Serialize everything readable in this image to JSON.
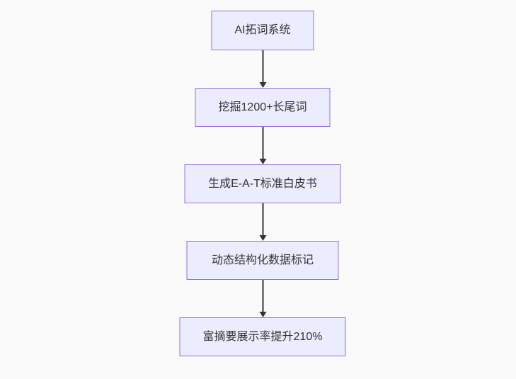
{
  "diagram": {
    "type": "flowchart",
    "direction": "top-down",
    "colors": {
      "node_fill": "#ECECFF",
      "node_border": "#9370DB",
      "text": "#333333",
      "arrow": "#333333",
      "background": "#FAFAFA"
    },
    "nodes": [
      {
        "label": "AI拓词系统"
      },
      {
        "label": "挖掘1200+长尾词"
      },
      {
        "label": "生成E-A-T标准白皮书"
      },
      {
        "label": "动态结构化数据标记"
      },
      {
        "label": "富摘要展示率提升210%"
      }
    ],
    "edges": [
      {
        "from": 0,
        "to": 1
      },
      {
        "from": 1,
        "to": 2
      },
      {
        "from": 2,
        "to": 3
      },
      {
        "from": 3,
        "to": 4
      }
    ]
  }
}
